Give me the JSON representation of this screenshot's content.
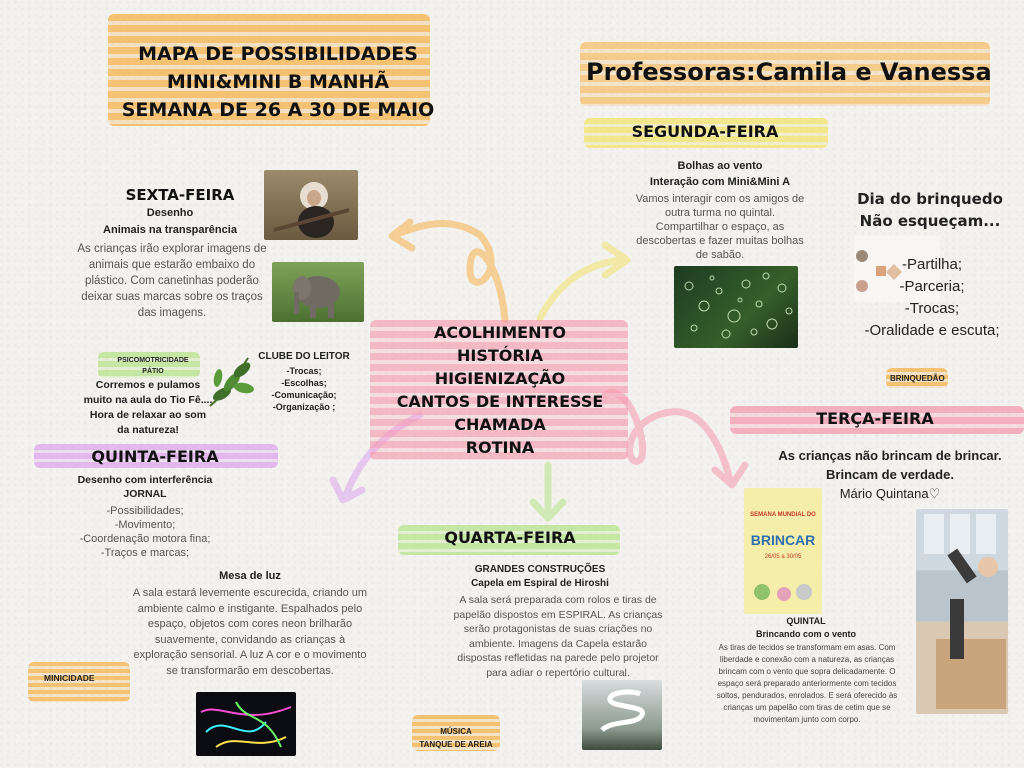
{
  "header": {
    "title_line1": "MAPA DE POSSIBILIDADES",
    "title_line2": "MINI&MINI B MANHÃ",
    "title_line3": "SEMANA DE 26 A 30 DE MAIO",
    "teachers": "Professoras:Camila e Vanessa"
  },
  "center": {
    "items": [
      "ACOLHIMENTO",
      "HISTÓRIA",
      "HIGIENIZAÇÃO",
      "CANTOS DE INTERESSE",
      "CHAMADA",
      "ROTINA"
    ]
  },
  "monday": {
    "title": "SEGUNDA-FEIRA",
    "sub1": "Bolhas ao vento",
    "sub2": "Interação com Mini&Mini A",
    "body": "Vamos interagir com os amigos de outra turma no quintal. Compartilhar o espaço, as descobertas e fazer muitas bolhas de sabão."
  },
  "toy_day": {
    "title1": "Dia do brinquedo",
    "title2": "Não esqueçam...",
    "items": [
      "-Partilha;",
      "-Parceria;",
      "-Trocas;",
      "-Oralidade e escuta;"
    ],
    "tag": "BRINQUEDÃO"
  },
  "tuesday": {
    "title": "TERÇA-FEIRA",
    "quote1": "As crianças não brincam de brincar.",
    "quote2": "Brincam de verdade.",
    "author": "Mário Quintana♡",
    "poster_line1": "SEMANA MUNDIAL DO",
    "poster_word": "BRINCAR",
    "poster_dates": "26/05 a 30/05",
    "yard_title": "QUINTAL",
    "yard_sub": "Brincando com o vento",
    "yard_body": "As tiras de tecidos se transformam em asas. Com liberdade e conexão com a natureza, as crianças brincam com o vento que sopra delicadamente. O espaço será preparado anteriormente com tecidos soltos, pendurados, enrolados. E será oferecido às crianças um papelão com tiras de cetim que se movimentam junto com corpo."
  },
  "wednesday": {
    "title": "QUARTA-FEIRA",
    "sub1": "GRANDES CONSTRUÇÕES",
    "sub2": "Capela em Espiral de Hiroshi",
    "body": "A sala será preparada com rolos e tiras de papelão dispostos em ESPIRAL. As crianças serão protagonistas de suas criações no ambiente. Imagens da Capela estarão dispostas refletidas na parede pelo projetor para adiar o repertório cultural.",
    "tag1": "MÚSICA",
    "tag2": "TANQUE DE AREIA"
  },
  "thursday": {
    "title": "QUINTA-FEIRA",
    "sub1": "Desenho com interferência",
    "sub2": "JORNAL",
    "items": [
      "-Possibilidades;",
      "-Movimento;",
      "-Coordenação motora fina;",
      "-Traços e marcas;"
    ],
    "light_title": "Mesa de luz",
    "light_body": "A sala estará levemente escurecida, criando um ambiente calmo e instigante. Espalhados pelo espaço, objetos com cores neon brilharão suavemente, convidando as crianças à exploração sensorial. A luz A cor e o movimento se transformarão em descobertas.",
    "tag": "MINICIDADE"
  },
  "friday": {
    "title": "SEXTA-FEIRA",
    "sub1": "Desenho",
    "sub2": "Animais na transparência",
    "body": "As crianças irão explorar imagens de animais que estarão embaixo do plástico. Com canetinhas poderão deixar suas marcas sobre os traços das imagens.",
    "tag1": "PSICOMOTRICIDADE",
    "tag2": "PÁTIO",
    "run1": "Corremos e pulamos",
    "run2": "muito na aula do Tio Fê....",
    "run3": "Hora de relaxar ao som",
    "run4": "da natureza!",
    "club_title": "CLUBE DO LEITOR",
    "club_items": [
      "-Trocas;",
      "-Escolhas;",
      "-Comunicação;",
      "-Organização ;"
    ]
  },
  "colors": {
    "orange": "#f6b24a",
    "yellow": "#f1e36a",
    "pink": "#f59aae",
    "purple": "#dca4ee",
    "green": "#b7e38a"
  }
}
